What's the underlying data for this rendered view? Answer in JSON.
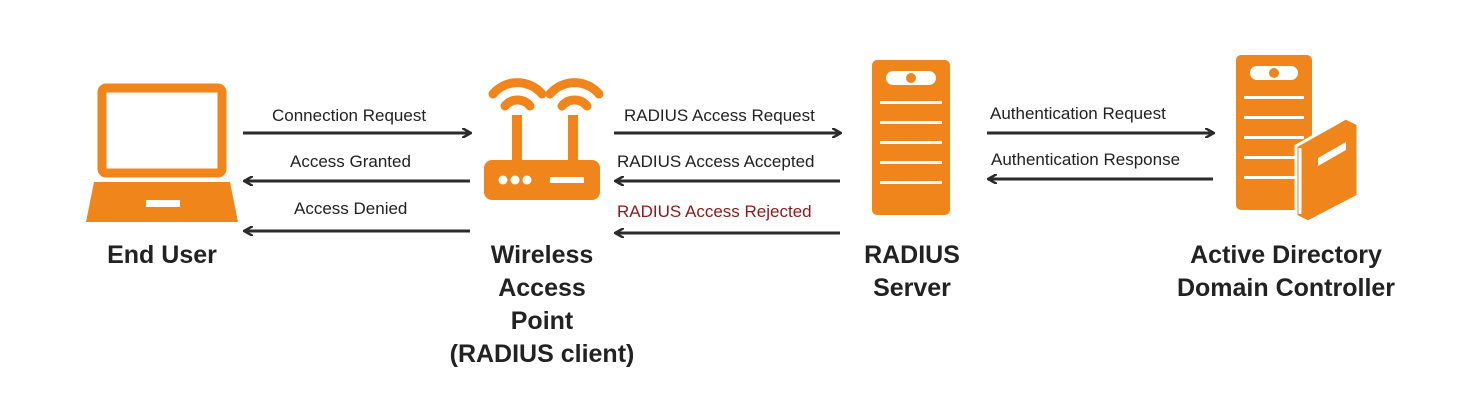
{
  "colors": {
    "accent": "#f0851c",
    "arrow": "#2b2b2b",
    "reject_text": "#8b1a1a",
    "text": "#222222"
  },
  "nodes": {
    "end_user": {
      "icon": "laptop-icon",
      "label": "End User"
    },
    "wap": {
      "icon": "wireless-router-icon",
      "label": "Wireless\nAccess\nPoint\n(RADIUS client)"
    },
    "radius": {
      "icon": "server-icon",
      "label": "RADIUS\nServer"
    },
    "ad": {
      "icon": "server-book-icon",
      "label": "Active Directory\nDomain Controller"
    }
  },
  "edges": {
    "connection_request": "Connection Request",
    "access_granted": "Access Granted",
    "access_denied": "Access Denied",
    "radius_access_request": "RADIUS Access Request",
    "radius_access_accepted": "RADIUS Access Accepted",
    "radius_access_rejected": "RADIUS Access Rejected",
    "auth_request": "Authentication Request",
    "auth_response": "Authentication Response"
  }
}
